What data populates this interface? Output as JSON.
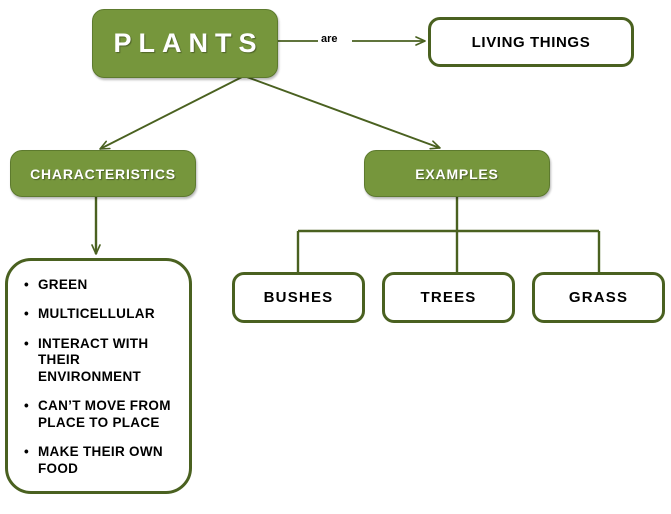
{
  "diagram": {
    "title": "PLANTS",
    "colors": {
      "node_fill": "#76963c",
      "node_border": "#4a6120",
      "connector": "#4a6120",
      "background": "#ffffff",
      "filled_text": "#ffffff",
      "outline_text": "#000000"
    },
    "root": {
      "label": "PLANTS"
    },
    "edges": {
      "are_label": "are"
    },
    "living_things": {
      "label": "LIVING THINGS"
    },
    "branches": [
      {
        "label": "CHARACTERISTICS"
      },
      {
        "label": "EXAMPLES"
      }
    ],
    "characteristics": {
      "bullet_glyph": "•",
      "items": [
        "GREEN",
        "MULTICELLULAR",
        "INTERACT WITH THEIR ENVIRONMENT",
        "CAN’T MOVE FROM PLACE TO PLACE",
        "MAKE THEIR OWN FOOD"
      ]
    },
    "examples": {
      "items": [
        {
          "label": "BUSHES"
        },
        {
          "label": "TREES"
        },
        {
          "label": "GRASS"
        }
      ]
    }
  }
}
